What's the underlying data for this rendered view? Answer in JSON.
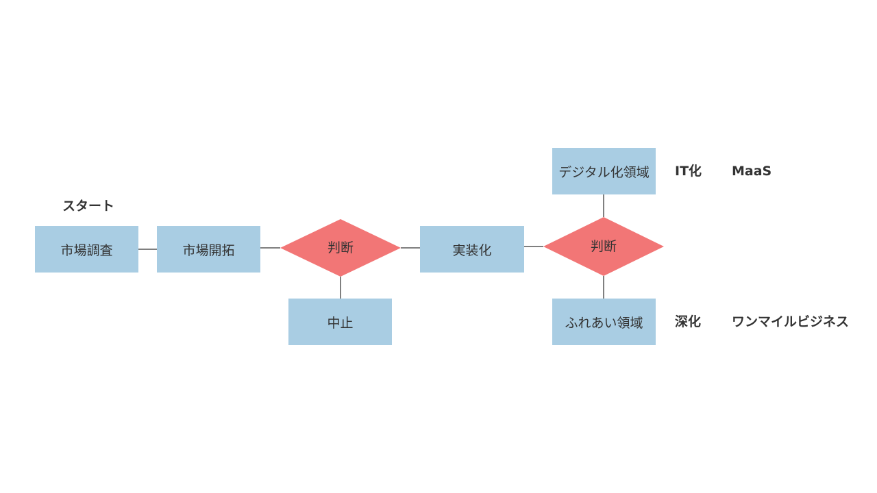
{
  "diagram": {
    "start_label": "スタート",
    "nodes": {
      "market_research": "市場調査",
      "market_development": "市場開拓",
      "decision_1": "判断",
      "stop": "中止",
      "implementation": "実装化",
      "decision_2": "判断",
      "digital_domain": "デジタル化領域",
      "fureai_domain": "ふれあい領域"
    },
    "annotations": {
      "it": "IT化",
      "maas": "MaaS",
      "deepening": "深化",
      "one_mile": "ワンマイルビジネス"
    },
    "colors": {
      "box": "#a9cde3",
      "diamond": "#f27676",
      "line": "#555555",
      "text": "#333333"
    }
  }
}
